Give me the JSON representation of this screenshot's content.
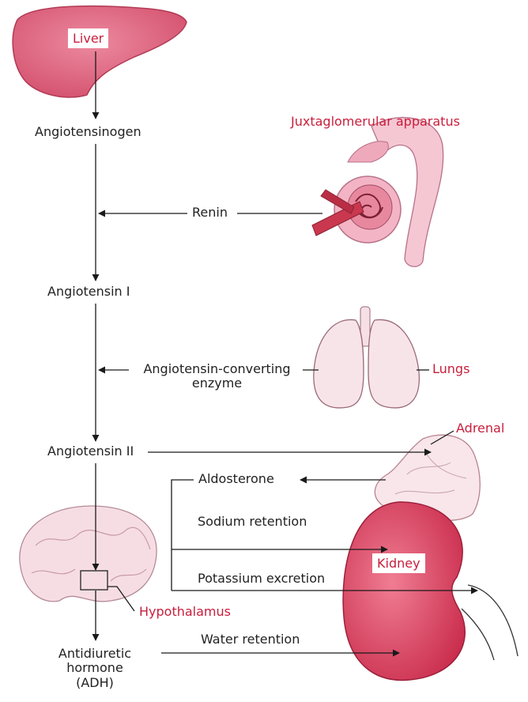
{
  "labels": {
    "liver": "Liver",
    "angiotensinogen": "Angiotensinogen",
    "juxtaglomerular": "Juxtaglomerular apparatus",
    "renin": "Renin",
    "angiotensin1": "Angiotensin I",
    "ace_line1": "Angiotensin-converting",
    "ace_line2": "enzyme",
    "lungs": "Lungs",
    "adrenal": "Adrenal",
    "angiotensin2": "Angiotensin II",
    "aldosterone": "Aldosterone",
    "sodium": "Sodium retention",
    "potassium": "Potassium excretion",
    "kidney": "Kidney",
    "hypothalamus": "Hypothalamus",
    "water": "Water retention",
    "adh_line1": "Antidiuretic",
    "adh_line2": "hormone",
    "adh_line3": "(ADH)"
  },
  "colors": {
    "accent_red": "#c81e3c",
    "organ_pink": "#e0607a",
    "kidney_red": "#d33a58",
    "tissue_light": "#f6dfe4",
    "arrow": "#1a1a1a"
  }
}
